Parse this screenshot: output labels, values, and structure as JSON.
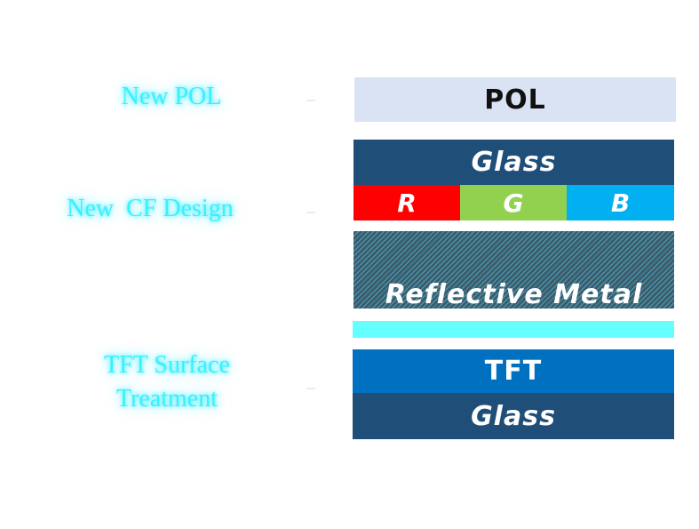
{
  "labels": {
    "pol": "New POL",
    "cf": "New  CF Design",
    "tft_line1": "TFT Surface",
    "tft_line2": "Treatment"
  },
  "layers": {
    "pol": "POL",
    "cf_glass": "Glass",
    "r": "R",
    "g": "G",
    "b": "B",
    "metal": "Reflective Metal",
    "tft": "TFT",
    "tft_glass": "Glass"
  },
  "colors": {
    "label_glow": "#39f0ff",
    "pol": "#dae3f3",
    "glass": "#1f4e79",
    "red": "#ff0000",
    "green": "#92d050",
    "blue": "#00b0f0",
    "metal": "#3c5c6d",
    "cyan_layer": "#66ffff",
    "tft": "#0070c0"
  }
}
